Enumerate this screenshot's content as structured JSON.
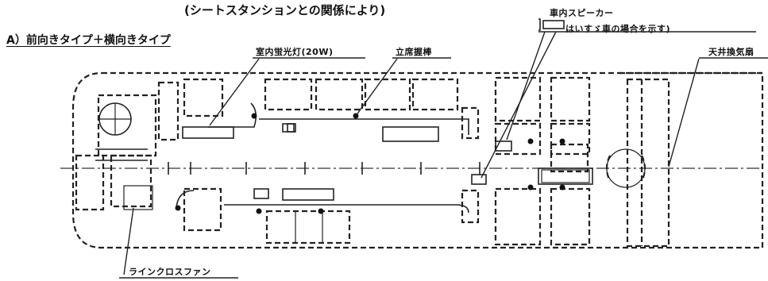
{
  "diagram": {
    "subtitle": "(シートスタンションとの関係により)",
    "section_label": "A）前向きタイプ＋横向きタイプ",
    "labels": {
      "ceiling_light": "室内蛍光灯(20W)",
      "standing_bar": "立席握棒",
      "speaker": "車内スピーカー",
      "speaker_note": "はいすゞ車の場合を示す)",
      "ceiling_fan": "天井換気扇",
      "line_fan": "ラインクロスファン"
    }
  }
}
